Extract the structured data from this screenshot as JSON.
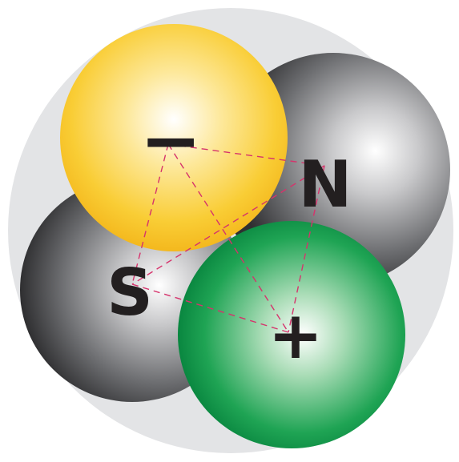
{
  "labels": {
    "top": "−",
    "right": "N",
    "left": "S",
    "bottom": "+"
  },
  "colors": {
    "background_disc": "#e3e4e6",
    "yellow_sphere": "#f7c51f",
    "green_sphere": "#009a44",
    "gray_sphere": "#4d4d4f",
    "connector_lines": "#d6336c",
    "label_text": "#231f20"
  },
  "connections": [
    [
      "top",
      "right"
    ],
    [
      "top",
      "left"
    ],
    [
      "top",
      "bottom"
    ],
    [
      "right",
      "left"
    ],
    [
      "right",
      "bottom"
    ],
    [
      "left",
      "bottom"
    ]
  ]
}
